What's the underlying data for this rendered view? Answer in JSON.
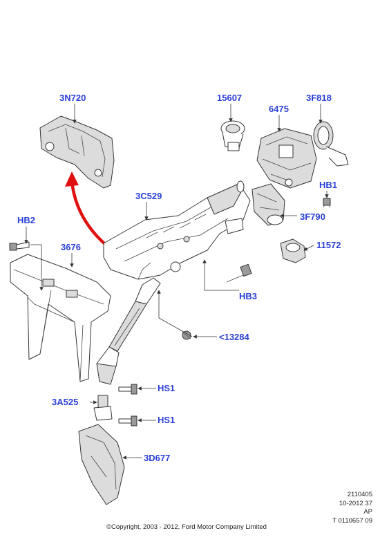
{
  "callouts": {
    "c_3N720": "3N720",
    "c_15607": "15607",
    "c_3F818": "3F818",
    "c_6475": "6475",
    "c_HB1": "HB1",
    "c_3C529": "3C529",
    "c_3F790": "3F790",
    "c_HB2": "HB2",
    "c_3676": "3676",
    "c_11572": "11572",
    "c_HB3": "HB3",
    "c_13284": "<13284",
    "c_HS1_a": "HS1",
    "c_3A525": "3A525",
    "c_HS1_b": "HS1",
    "c_3D677": "3D677"
  },
  "reference": {
    "line1": "2110405",
    "line2": "10-2012 37",
    "line3": "AP",
    "line4": "T 0110657 09"
  },
  "copyright": "©Copyright, 2003 - 2012, Ford Motor Company Limited",
  "colors": {
    "callout_text": "#2a3fd6",
    "relocation_arrow": "#e01010",
    "line_art": "#333333"
  }
}
